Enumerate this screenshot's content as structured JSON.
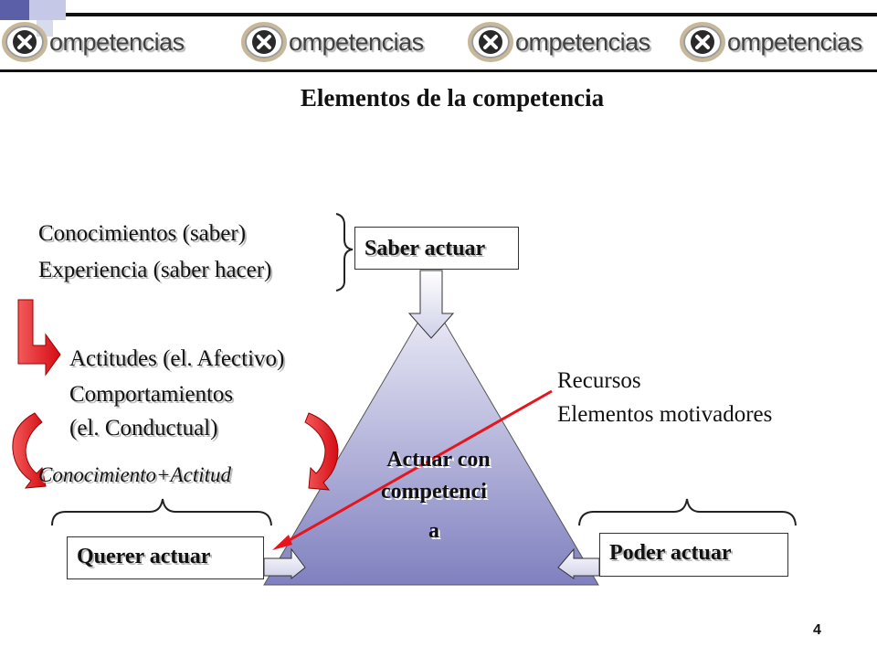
{
  "header": {
    "logos": [
      {
        "word": "ompetencias"
      },
      {
        "word": "ompetencias"
      },
      {
        "word": "ompetencias"
      },
      {
        "word": "ompetencias"
      }
    ]
  },
  "title": "Elementos de la competencia",
  "left_text": {
    "line1": "Conocimientos (saber)",
    "line2": "Experiencia (saber hacer)",
    "line3": "Actitudes (el. Afectivo)",
    "line4": "Comportamientos",
    "line5": "(el. Conductual)",
    "line6": "Conocimiento+Actitud"
  },
  "boxes": {
    "saber": "Saber actuar",
    "querer": "Querer actuar",
    "poder": "Poder actuar"
  },
  "triangle_label": {
    "line1": "Actuar con",
    "line2": "competenci",
    "line3": "a"
  },
  "right_text": {
    "line1": "Recursos",
    "line2": "Elementos motivadores"
  },
  "page_number": "4",
  "colors": {
    "triangle_top": "#e6e6f4",
    "triangle_bottom": "#8484c2",
    "red": "#e8141c",
    "header_blue": "#5a5fa8",
    "header_light": "#c5c8e6"
  }
}
